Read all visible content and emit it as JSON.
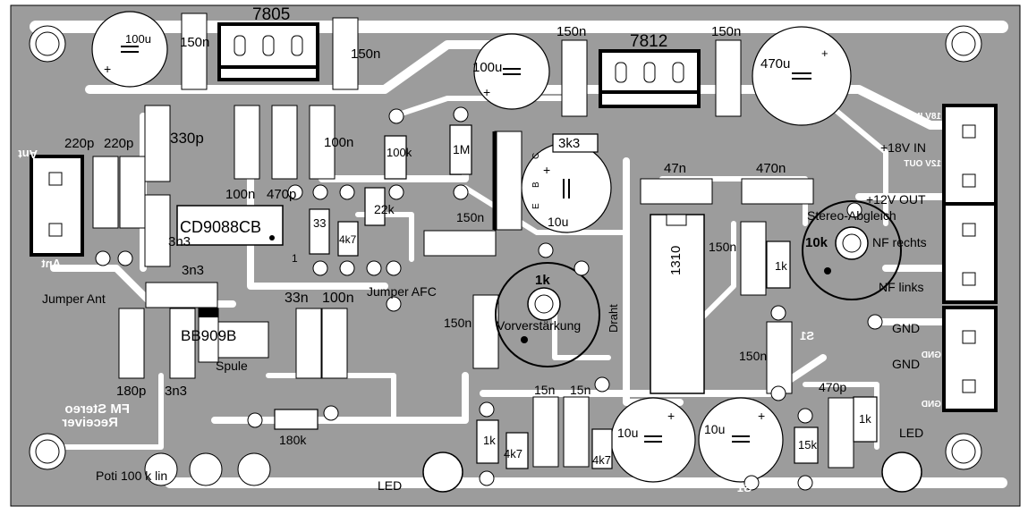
{
  "board": {
    "background": "#9c9c9c",
    "trace_color": "#ffffff",
    "outline_color": "#000000",
    "title_mirrored": [
      "FM Stereo",
      "Receiver"
    ]
  },
  "labels": {
    "reg_7805": "7805",
    "reg_7812": "7812",
    "c_100u_a": "100u",
    "c_150n_a": "150n",
    "c_150n_b": "150n",
    "c_100u_b": "100u",
    "c_150n_c": "150n",
    "c_150n_d": "150n",
    "c_470u": "470u",
    "c_220p_a": "220p",
    "c_220p_b": "220p",
    "c_330p": "330p",
    "c_100n_a": "100n",
    "c_100n_b": "100n",
    "c_470p_a": "470p",
    "r_100k": "100k",
    "r_1m": "1M",
    "r_3k3": "3k3",
    "c_47n": "47n",
    "c_470n": "470n",
    "lbl_18v_in": "+18V IN",
    "lbl_12v_out": "+12V OUT",
    "lbl_stereo_abgleich": "Stereo-Abgleich",
    "lbl_10k": "10k",
    "lbl_nf_rechts": "NF rechts",
    "lbl_nf_links": "NF links",
    "lbl_gnd_a": "GND",
    "lbl_gnd_b": "GND",
    "ic_cd9088cb": "CD9088CB",
    "c_3n3_a": "3n3",
    "c_3n3_b": "3n3",
    "c_3n3_c": "3n3",
    "r_33": "33",
    "r_4k7_a": "4k7",
    "r_22k": "22k",
    "c_10u_a": "10u",
    "c_150n_e": "150n",
    "c_150n_f": "150n",
    "c_150n_g": "150n",
    "c_150n_h": "150n",
    "ic_1310": "1310",
    "r_1k_a": "1k",
    "r_1k_b": "1k",
    "r_1k_c": "1k",
    "pot_1k": "1k",
    "lbl_vorverstaerkung": "Vorverstärkung",
    "lbl_draht": "Draht",
    "lbl_jumper_ant": "Jumper Ant",
    "lbl_jumper_afc": "Jumper AFC",
    "d_bb909b": "BB909B",
    "lbl_spule": "Spule",
    "c_33n": "33n",
    "c_100n_c": "100n",
    "c_180p": "180p",
    "r_180k": "180k",
    "lbl_poti": "Poti 100 k lin",
    "lbl_led_a": "LED",
    "lbl_led_b": "LED",
    "c_15n_a": "15n",
    "c_15n_b": "15n",
    "r_4k7_b": "4k7",
    "r_4k7_c": "4k7",
    "c_10u_b": "10u",
    "c_10u_c": "10u",
    "r_15k": "15k",
    "c_470p_b": "470p",
    "lbl_ant_mirror_a": "Ant",
    "lbl_ant_mirror_b": "Ant",
    "lbl_18v_mirror": "18V IN",
    "lbl_12v_mirror": "12V OUT",
    "lbl_gnd_mirror_a": "GND",
    "lbl_gnd_mirror_b": "GND",
    "lbl_s1_a": "S1",
    "lbl_s1_b": "S1",
    "lbl_pin1": "1",
    "lbl_e": "E",
    "lbl_b": "B",
    "lbl_c": "C",
    "lbl_plus": "+"
  }
}
